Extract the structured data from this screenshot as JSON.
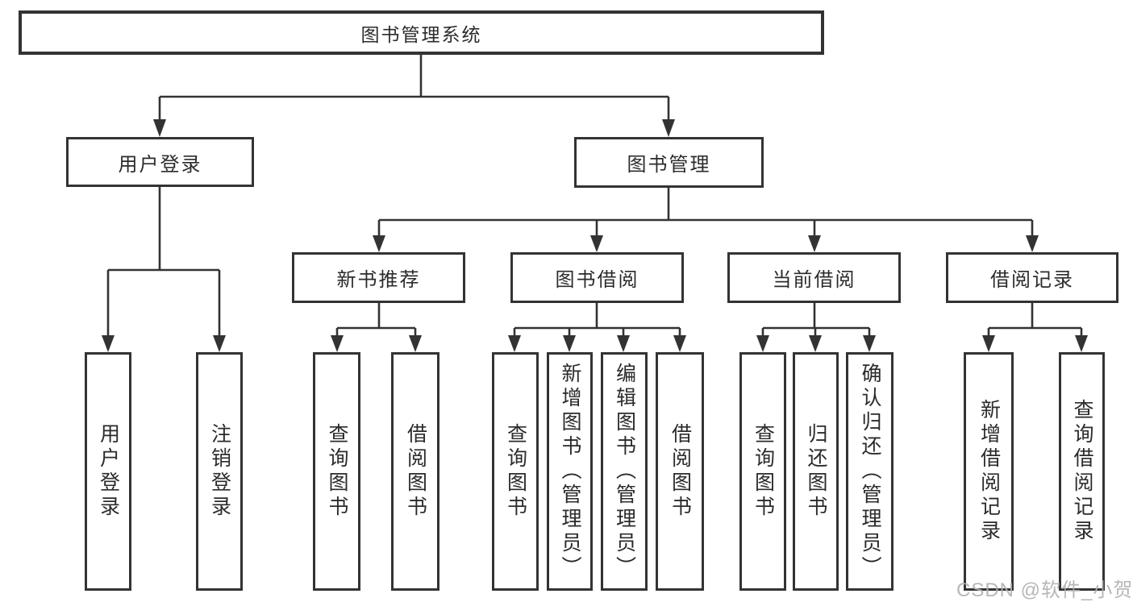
{
  "diagram": {
    "root": {
      "label": "图书管理系统"
    },
    "level2": [
      {
        "id": "user-login",
        "label": "用户登录"
      },
      {
        "id": "book-management",
        "label": "图书管理"
      }
    ],
    "level3": [
      {
        "id": "new-book-recommend",
        "label": "新书推荐"
      },
      {
        "id": "book-borrowing",
        "label": "图书借阅"
      },
      {
        "id": "current-borrowing",
        "label": "当前借阅"
      },
      {
        "id": "borrowing-records",
        "label": "借阅记录"
      }
    ],
    "leaves": [
      {
        "id": "user-login-leaf",
        "label": "用户登录"
      },
      {
        "id": "logout",
        "label": "注销登录"
      },
      {
        "id": "query-book-1",
        "label": "查询图书"
      },
      {
        "id": "borrow-book-1",
        "label": "借阅图书"
      },
      {
        "id": "query-book-2",
        "label": "查询图书"
      },
      {
        "id": "add-book-admin",
        "label": "新增图书（管理员）"
      },
      {
        "id": "edit-book-admin",
        "label": "编辑图书（管理员）"
      },
      {
        "id": "borrow-book-2",
        "label": "借阅图书"
      },
      {
        "id": "query-book-3",
        "label": "查询图书"
      },
      {
        "id": "return-book",
        "label": "归还图书"
      },
      {
        "id": "confirm-return-admin",
        "label": "确认归还（管理员）"
      },
      {
        "id": "add-borrow-record",
        "label": "新增借阅记录"
      },
      {
        "id": "query-borrow-record",
        "label": "查询借阅记录"
      }
    ]
  },
  "watermark": {
    "text": "CSDN @软件_小贺同学"
  },
  "colors": {
    "line": "#333333",
    "box_border": "#333333",
    "text": "#2b2b2b",
    "background": "#ffffff",
    "watermark": "#afafaf"
  }
}
